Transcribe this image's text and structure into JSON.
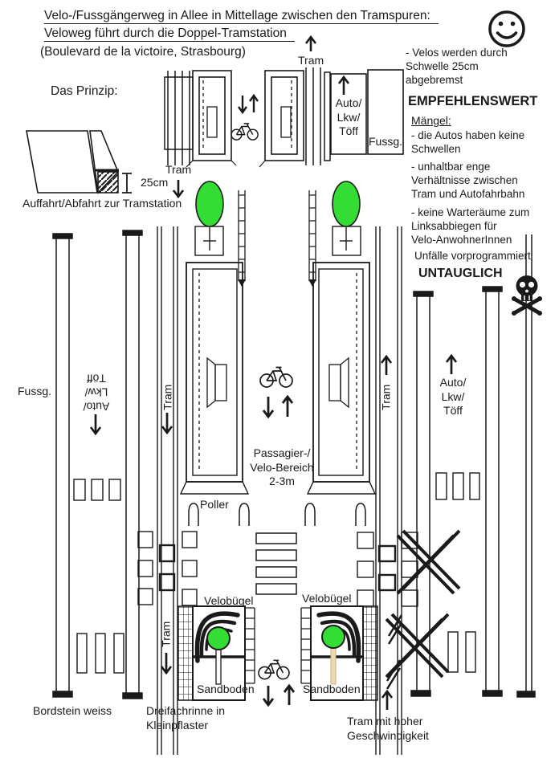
{
  "title": {
    "line1": "Velo-/Fussgängerweg in Allee in Mittellage zwischen den Tramspuren:",
    "line2": "Veloweg führt durch die Doppel-Tramstation",
    "line3": "(Boulevard de la victoire, Strasbourg)"
  },
  "principle": {
    "heading": "Das Prinzip:",
    "ramp_label": "Auffahrt/Abfahrt zur Tramstation",
    "ramp_height": "25cm"
  },
  "lanes": {
    "tram": "Tram",
    "auto": "Auto/\nLkw/\nTöff",
    "fussg": "Fussg."
  },
  "assessment": {
    "pro_note": "- Velos werden durch\nSchwelle 25cm\nabgebremst",
    "verdict_good": "EMPFEHLENSWERT",
    "defects_heading": "Mängel:",
    "defect_1": "- die Autos haben keine\nSchwellen",
    "defect_2": "- unhaltbar enge\nVerhältnisse zwischen\nTram und Autofahrbahn",
    "defect_3": "- keine Warteräume zum\nLinksabbiegen für\nVelo-AnwohnerInnen",
    "accidents_note": "Unfälle vorprogrammiert",
    "verdict_bad": "UNTAUGLICH"
  },
  "station": {
    "passenger_area": "Passagier-/\nVelo-Bereich\n2-3m",
    "bollard_label": "Poller",
    "bike_rack_label": "Velobügel",
    "sand_label": "Sandboden"
  },
  "street": {
    "curb_label": "Bordstein weiss",
    "gutter_label": "Dreifachrinne in\nKleinpflaster",
    "tram_speed_label": "Tram mit hoher\nGeschwindigkeit"
  },
  "icons": {
    "smiley": "smiley-face",
    "skull": "skull-and-crossbones",
    "bicycle": "bicycle",
    "tree": "tree"
  },
  "colors": {
    "line": "#1a1a1a",
    "tree_green": "#33dd33",
    "trunk_tan": "#ecd9b4"
  }
}
